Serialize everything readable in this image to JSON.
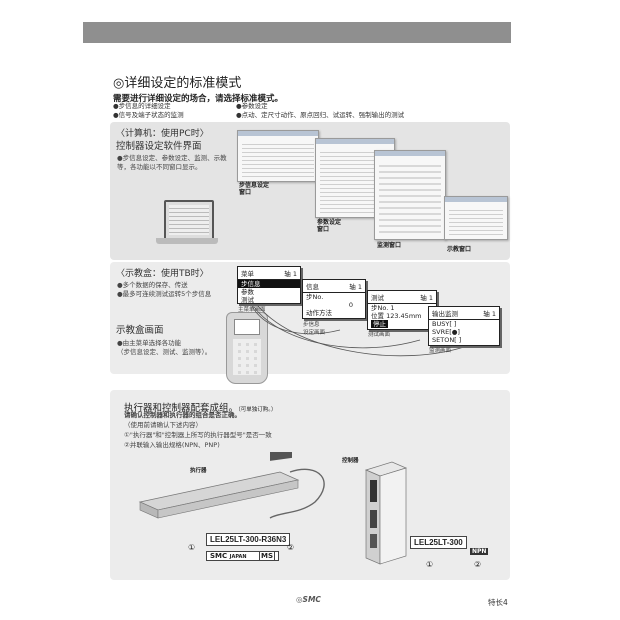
{
  "header": {
    "title_mark": "◎",
    "title": "详细设定的标准模式",
    "subtitle": "需要进行详细设定的场合，请选择标准模式。"
  },
  "feature_bullets": [
    "●步信息的详细设定",
    "●信号及端子状态的监测",
    "●参数设定",
    "●点动、定尺寸动作、原点回归、试运转、强制输出的测试"
  ],
  "pc_section": {
    "heading_line1": "〈计算机：使用PC时〉",
    "heading_line2": "控制器设定软件界面",
    "description": "●步信息设定、参数设定、监测、示教等，各功能以不同窗口显示。",
    "captions": {
      "step": "步信息设定\n窗口",
      "param": "参数设定\n窗口",
      "monitor": "监测窗口",
      "teach": "示教窗口"
    }
  },
  "tb_section": {
    "heading": "〈示教盒：使用TB时〉",
    "bullets": [
      "●多个数据的保存、传送",
      "●最多可连续测试运转5个步信息"
    ],
    "screen_heading": "示教盒画面",
    "screen_text": "●由主菜单选择各功能\n（步信息设定、测试、监测等）。",
    "main_menu": {
      "title": "菜单",
      "axis_label": "轴",
      "axis_value": "1",
      "items": [
        "步信息",
        "参数",
        "测试"
      ],
      "caption": "主菜单画面"
    },
    "step_menu": {
      "title": "信息",
      "axis_label": "轴",
      "axis_value": "1",
      "row1_label": "步No.",
      "row1_value": "0",
      "row2_label": "动作方法",
      "caption": "步信息\n设定画面"
    },
    "test_menu": {
      "title": "测试",
      "axis_label": "轴",
      "axis_value": "1",
      "row1_label": "步No.",
      "row1_value": "1",
      "row2_label": "位置",
      "row2_value": "123.45mm",
      "button": "停止",
      "caption": "测试画面"
    },
    "monitor_menu": {
      "title": "输出监测",
      "axis_label": "轴",
      "axis_value": "1",
      "items": [
        "BUSY[ ]",
        "SVRE[●]",
        "SETON[ ]"
      ],
      "caption": "监测画面"
    }
  },
  "combo_section": {
    "heading": "执行器和控制器配套成组。",
    "heading_note": "（可单独订购。）",
    "line1": "请确认控制器和执行器的组合是否正确。",
    "line2": "（使用前请确认下述内容）",
    "line3": "①\"执行器\"和\"控制器上所写的执行器型号\"是否一致",
    "line4": "②并联输入输出规格(NPN、PNP)",
    "actuator_label": "执行器",
    "controller_label": "控制器",
    "actuator_model": "LEL25LT-300-R36N3",
    "actuator_brand": "SMC",
    "actuator_country": "JAPAN",
    "actuator_ms": "MS",
    "controller_model": "LEL25LT-300",
    "controller_io": "NPN",
    "mark1": "①",
    "mark2": "②"
  },
  "footer": {
    "logo": "SMC",
    "page": "特长4"
  },
  "colors": {
    "header_bar": "#8f8f8f",
    "panel": "#e4e4e4"
  }
}
